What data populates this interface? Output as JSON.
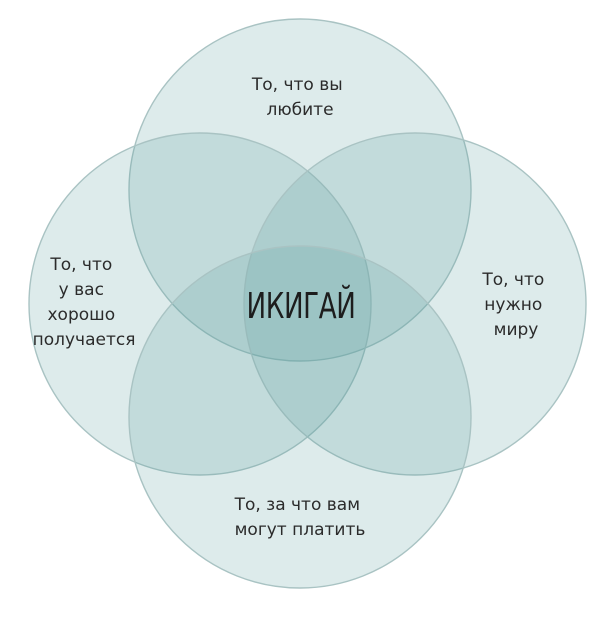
{
  "diagram": {
    "center": {
      "label": "ИКИГАЙ"
    },
    "circles": [
      {
        "id": "love",
        "lines": [
          "То, что вы",
          "любите"
        ]
      },
      {
        "id": "good",
        "lines": [
          "То, что",
          "у вас",
          "хорошо",
          "получается"
        ]
      },
      {
        "id": "world",
        "lines": [
          "То, что",
          "нужно",
          "миру"
        ]
      },
      {
        "id": "paid",
        "lines": [
          "То, за что вам",
          "могут платить"
        ]
      }
    ],
    "colors": {
      "circle_fill": "#5f9f9f",
      "circle_stroke": "#a9c3c3",
      "text": "#2b2b2b"
    }
  }
}
